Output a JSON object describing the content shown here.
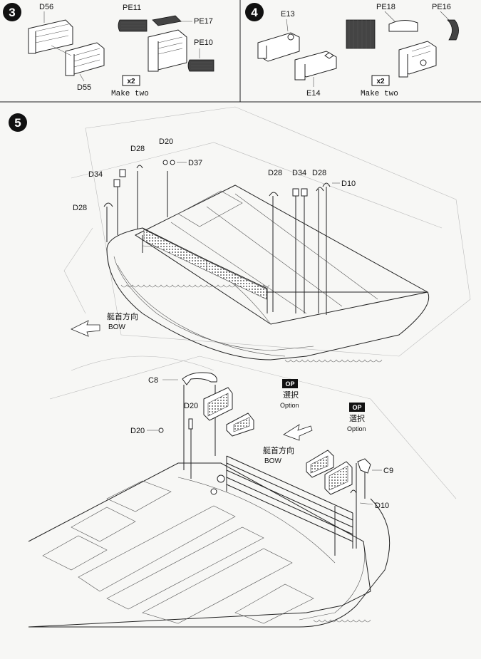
{
  "steps": [
    {
      "number": "3",
      "multiplier": "x2",
      "note": "Make two",
      "parts": [
        "D56",
        "D55",
        "PE11",
        "PE17",
        "PE10"
      ]
    },
    {
      "number": "4",
      "multiplier": "x2",
      "note": "Make two",
      "parts": [
        "E13",
        "E14",
        "PE18",
        "PE16"
      ]
    },
    {
      "number": "5",
      "upper_parts": [
        "D28",
        "D20",
        "D37",
        "D34",
        "D28",
        "D28",
        "D34",
        "D28",
        "D10"
      ],
      "upper_bow": {
        "jp": "艇首方向",
        "en": "BOW"
      },
      "lower_parts": [
        "C8",
        "D20",
        "D20",
        "C9",
        "D10"
      ],
      "lower_bow": {
        "jp": "艇首方向",
        "en": "BOW"
      },
      "options": [
        {
          "badge": "OP",
          "jp": "選択",
          "en": "Option"
        },
        {
          "badge": "OP",
          "jp": "選択",
          "en": "Option"
        }
      ]
    }
  ],
  "colors": {
    "line": "#222222",
    "photo_etch": "#444444",
    "badge": "#111111",
    "paper": "#f7f7f5"
  }
}
